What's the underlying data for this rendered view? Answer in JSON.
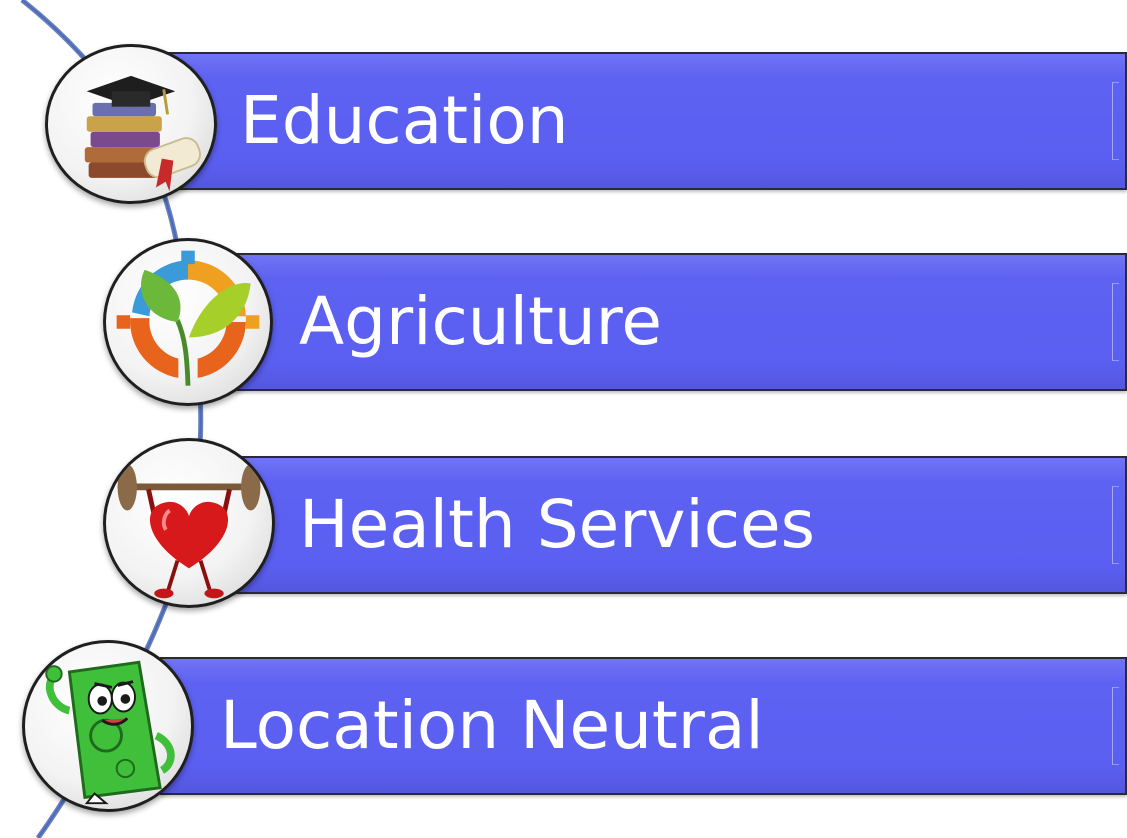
{
  "items": [
    {
      "label": "Education",
      "icon": "graduation-books-icon"
    },
    {
      "label": "Agriculture",
      "icon": "leaf-gear-icon"
    },
    {
      "label": "Health Services",
      "icon": "heart-weightlifting-icon"
    },
    {
      "label": "Location Neutral",
      "icon": "money-cartoon-icon"
    }
  ],
  "colors": {
    "bar_fill": "#5e62f2",
    "bar_border": "#2a2a3a",
    "arc": "#5b7fc2",
    "label_text": "#ffffff"
  }
}
